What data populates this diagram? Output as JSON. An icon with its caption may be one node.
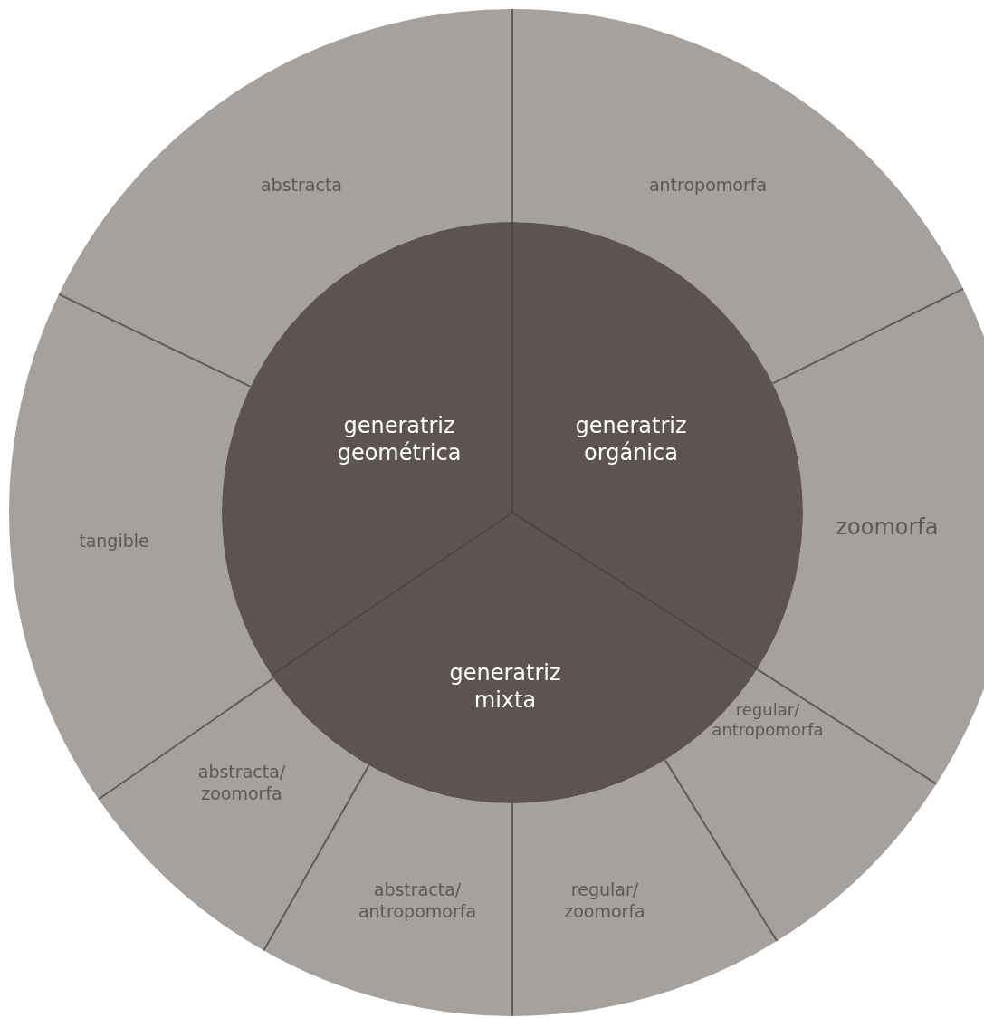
{
  "diagram": {
    "nodes": [
      {
        "text": [
          "abstracta"
        ]
      },
      {
        "text": [
          "antropomorfa"
        ]
      },
      {
        "text": [
          "generatriz geométrica"
        ]
      },
      {
        "text": [
          "generatriz orgánica"
        ]
      },
      {
        "text": [
          "tangible"
        ]
      },
      {
        "text": [
          "zoomorfa"
        ]
      },
      {
        "text": [
          "generatriz mixta"
        ]
      },
      {
        "text": [
          "abstracta/ zoomorfa"
        ]
      },
      {
        "text": [
          "regular/ antropomorfa"
        ]
      },
      {
        "text": [
          "abstracta/ antropomorfa"
        ]
      },
      {
        "text": [
          "regular/ zoomorfa"
        ]
      }
    ]
  }
}
